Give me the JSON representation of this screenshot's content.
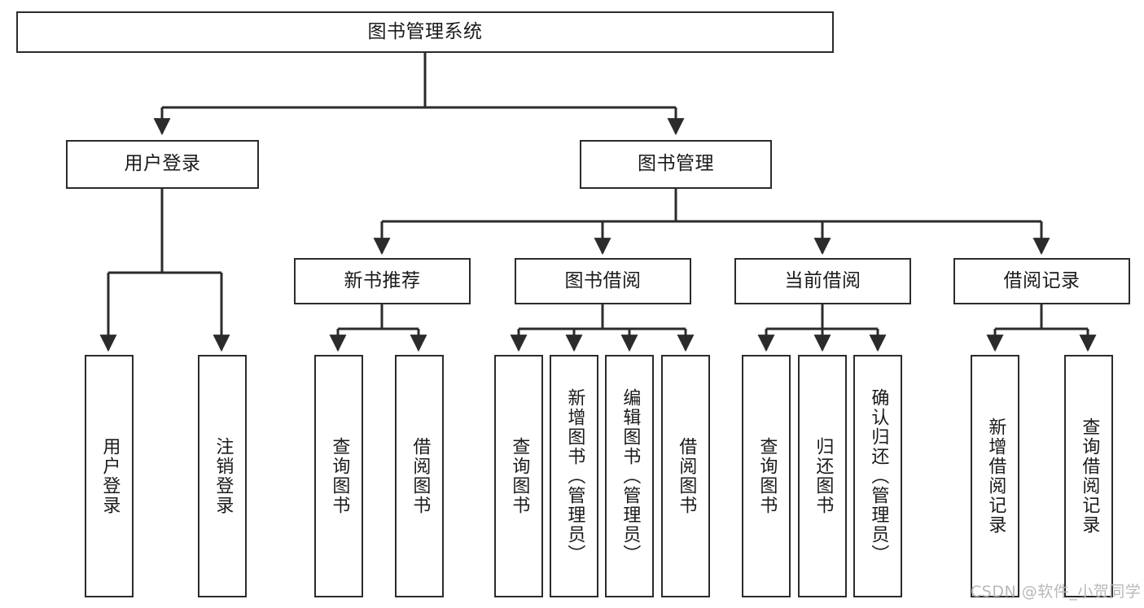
{
  "diagram": {
    "type": "tree",
    "title": "图书管理系统",
    "root": {
      "label": "图书管理系统"
    },
    "level2": [
      {
        "label": "用户登录"
      },
      {
        "label": "图书管理"
      }
    ],
    "level3": [
      {
        "label": "新书推荐"
      },
      {
        "label": "图书借阅"
      },
      {
        "label": "当前借阅"
      },
      {
        "label": "借阅记录"
      }
    ],
    "leaves": {
      "user_login": [
        {
          "label": "用户登录"
        },
        {
          "label": "注销登录"
        }
      ],
      "new_book_recommend": [
        {
          "label": "查询图书"
        },
        {
          "label": "借阅图书"
        }
      ],
      "book_borrow": [
        {
          "label": "查询图书"
        },
        {
          "label": "新增图书（管理员）"
        },
        {
          "label": "编辑图书（管理员）"
        },
        {
          "label": "借阅图书"
        }
      ],
      "current_borrow": [
        {
          "label": "查询图书"
        },
        {
          "label": "归还图书"
        },
        {
          "label": "确认归还（管理员）"
        }
      ],
      "borrow_record": [
        {
          "label": "新增借阅记录"
        },
        {
          "label": "查询借阅记录"
        }
      ]
    }
  },
  "watermark": {
    "text": "CSDN @软件_小贺同学"
  },
  "colors": {
    "stroke": "#2b2b2b",
    "background": "#ffffff",
    "text": "#1a1a1a",
    "watermark": "#b8b8b8"
  }
}
